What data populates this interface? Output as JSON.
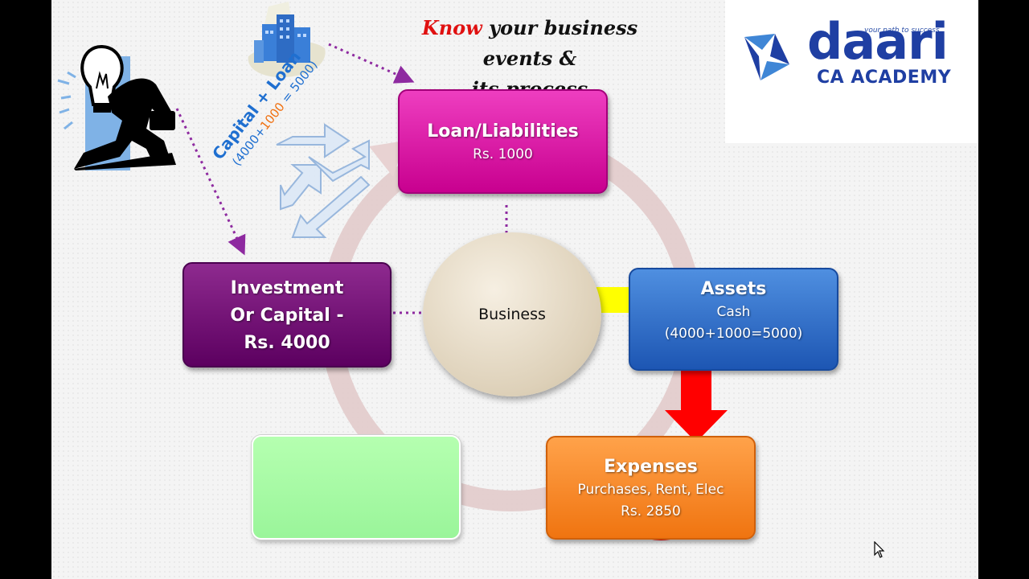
{
  "title": {
    "highlight": "Know",
    "line1_rest": " your business events &",
    "line2": "its process"
  },
  "logo": {
    "tagline": "your path to success",
    "word": "daari",
    "sub": "CA ACADEMY"
  },
  "annotation": {
    "line1": "Capital + Loan",
    "part_a": "(4000+",
    "part_b": "1000",
    "part_c": " = 5000)"
  },
  "nodes": {
    "loan": {
      "head": "Loan/Liabilities",
      "sub": "Rs. 1000"
    },
    "investment": {
      "line1": "Investment",
      "line2": "Or Capital -",
      "line3": "Rs. 4000"
    },
    "assets": {
      "head": "Assets",
      "sub1": "Cash",
      "sub2": "(4000+1000=5000)"
    },
    "expenses": {
      "head": "Expenses",
      "sub1": "Purchases, Rent, Elec",
      "sub2": "Rs. 2850"
    },
    "center": {
      "label": "Business"
    }
  },
  "colors": {
    "title_highlight": "#e01010",
    "loan": "#d90aa0",
    "investment": "#6e0b72",
    "assets": "#2f6fcd",
    "expenses": "#f7871f",
    "empty": "#a6fca3",
    "yellow_arrow": "#ffff00",
    "red_arrow": "#ff0000",
    "dotted_arrow": "#8e2aa0",
    "annotation_blue": "#1f6fd0",
    "annotation_orange": "#f07010"
  },
  "icons": [
    "lightbulb-businessman-icon",
    "city-buildings-icon",
    "four-way-arrows-icon",
    "mouse-cursor-icon",
    "daari-logo-icon"
  ]
}
